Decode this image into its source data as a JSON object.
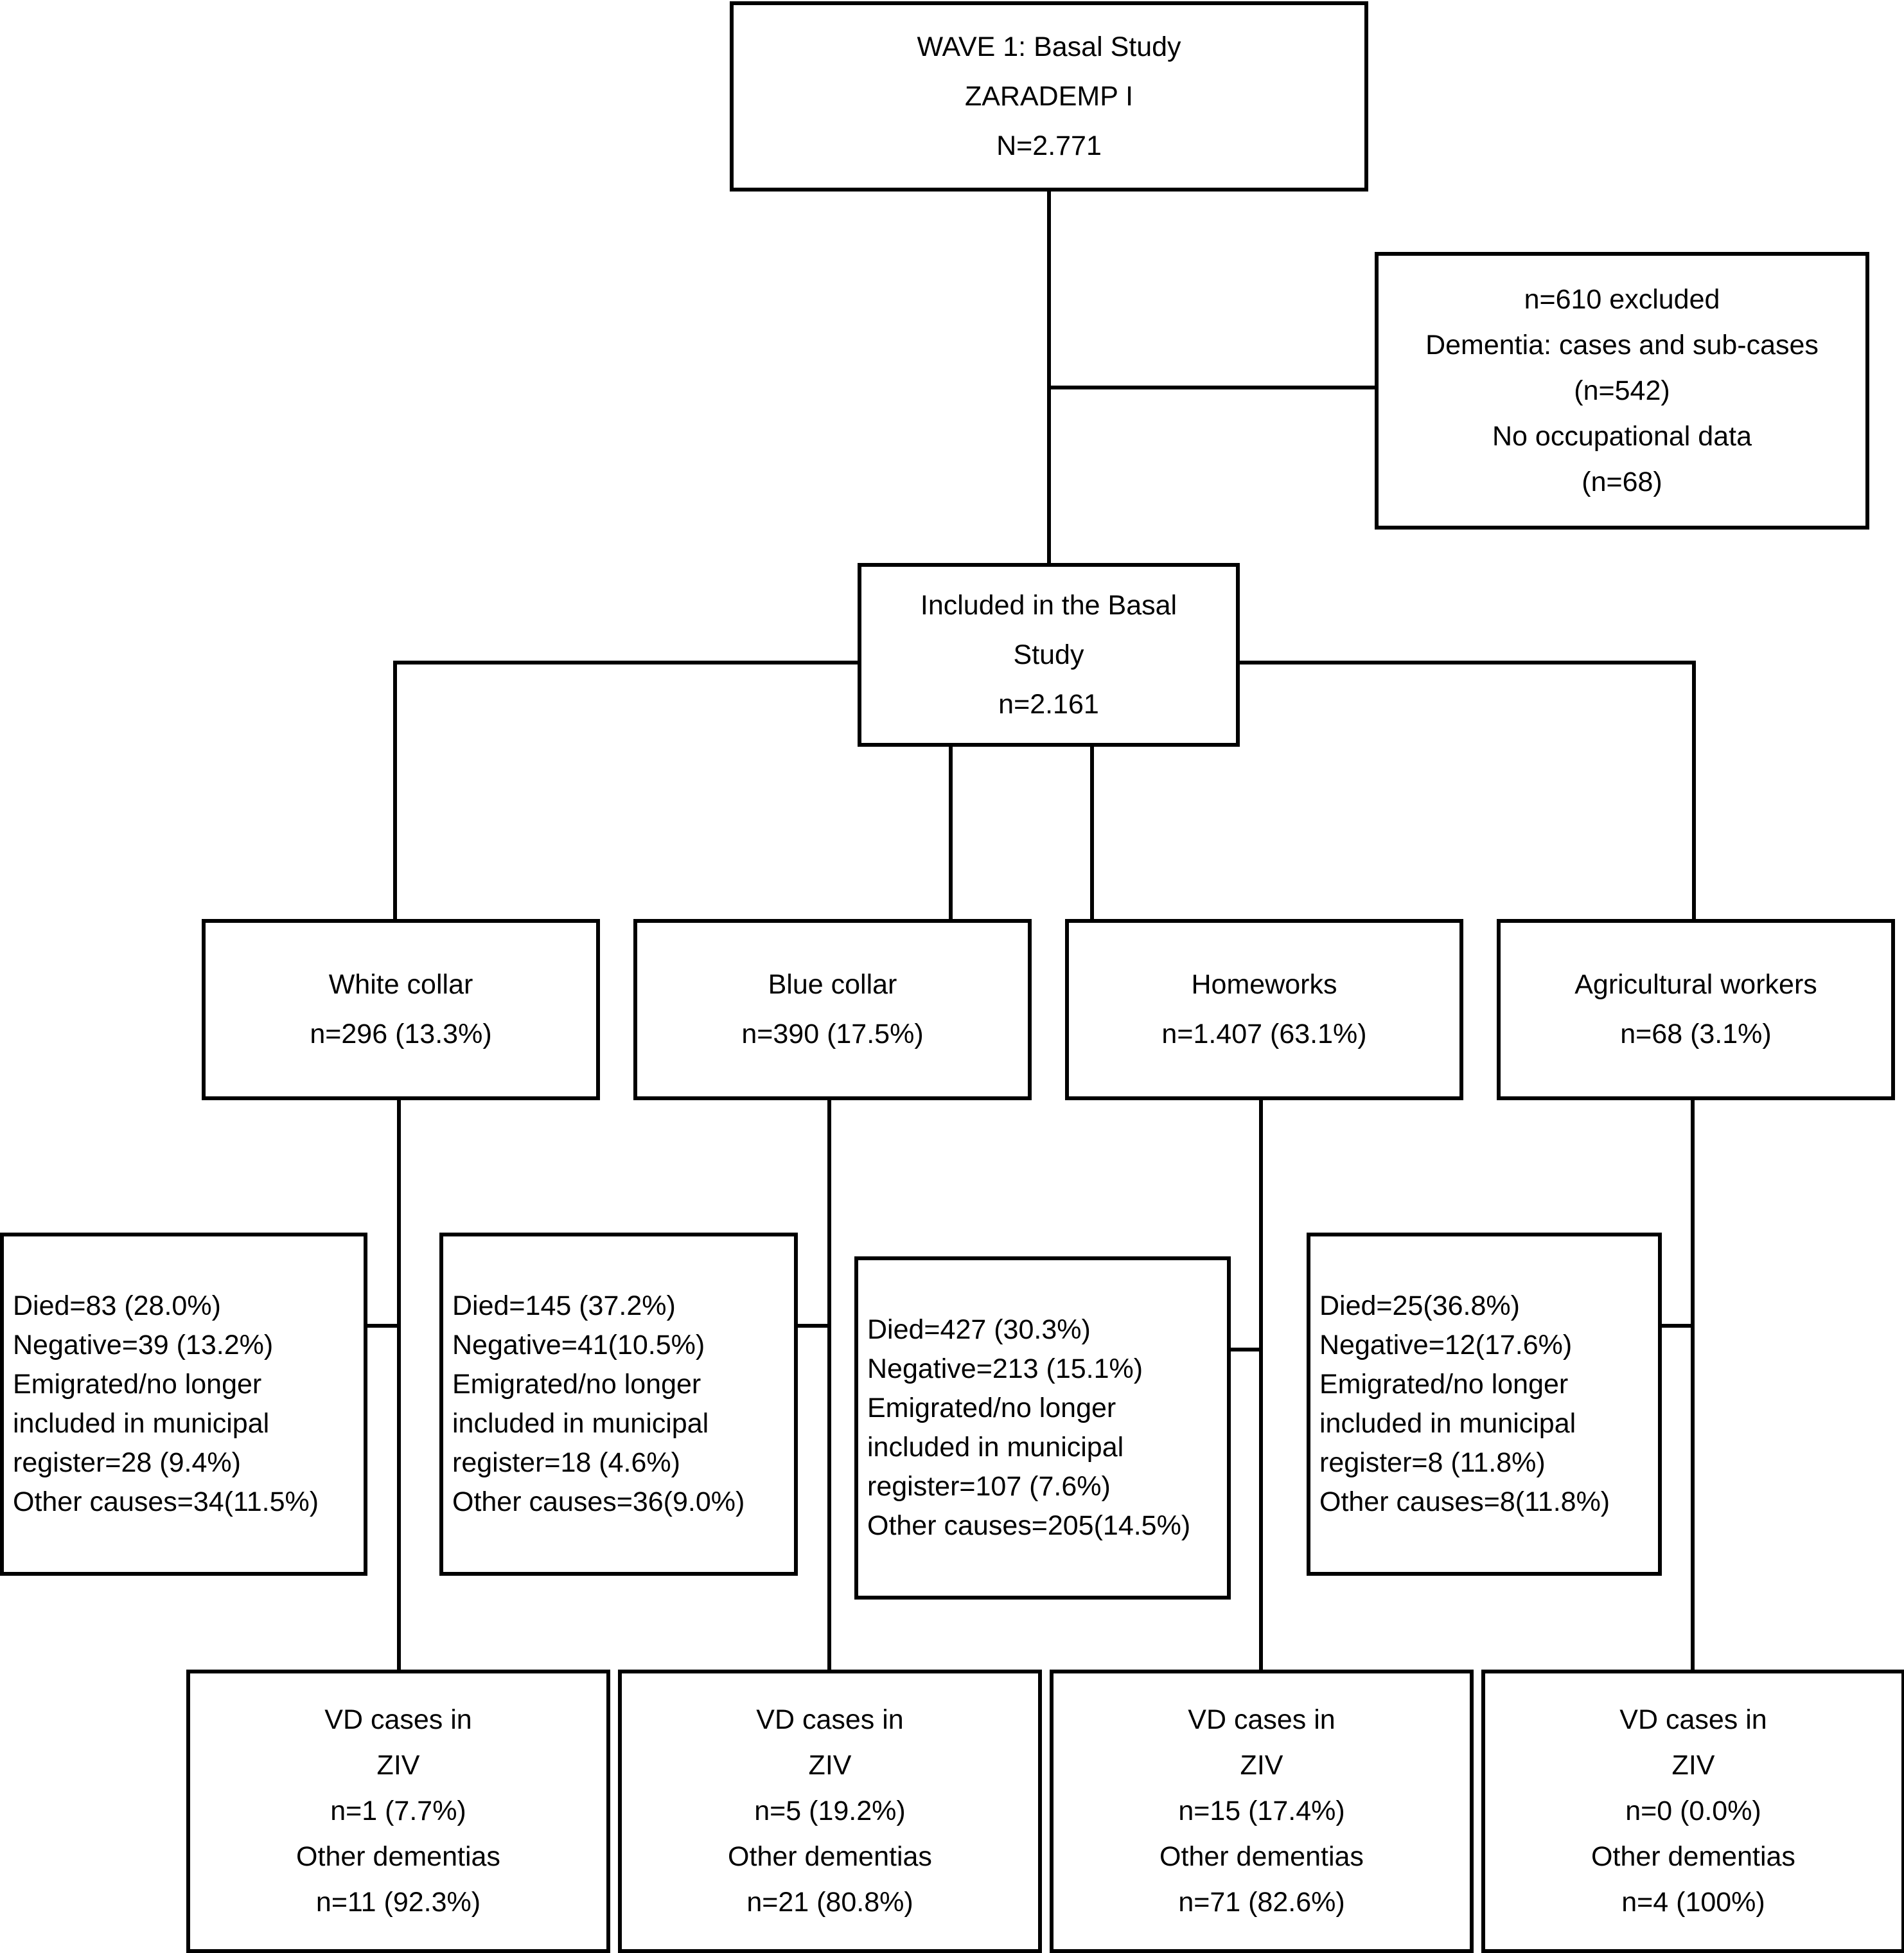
{
  "flowchart": {
    "title_box": {
      "name": "wave1-basal-study",
      "lines": [
        "WAVE 1: Basal Study",
        "ZARADEMP I",
        "N=2.771"
      ]
    },
    "excluded_box": {
      "name": "excluded",
      "lines": [
        "n=610 excluded",
        "Dementia: cases and sub-cases",
        "(n=542)",
        "No occupational data",
        "(n=68)"
      ]
    },
    "included_box": {
      "name": "included-in-basal-study",
      "lines": [
        "Included in the Basal",
        "Study",
        "n=2.161"
      ]
    },
    "groups": [
      {
        "id": "white-collar",
        "label": "White collar",
        "count": "n=296 (13.3%)",
        "attrition": [
          "Died=83 (28.0%)",
          "Negative=39 (13.2%)",
          "Emigrated/no longer",
          "included in municipal",
          "register=28 (9.4%)",
          "Other causes=34(11.5%)"
        ],
        "outcome": [
          "VD cases in",
          "ZIV",
          "n=1 (7.7%)",
          "Other dementias",
          "n=11 (92.3%)"
        ]
      },
      {
        "id": "blue-collar",
        "label": "Blue collar",
        "count": "n=390 (17.5%)",
        "attrition": [
          "Died=145 (37.2%)",
          "Negative=41(10.5%)",
          "Emigrated/no longer",
          "included in municipal",
          "register=18 (4.6%)",
          "Other causes=36(9.0%)"
        ],
        "outcome": [
          "VD cases in",
          "ZIV",
          "n=5 (19.2%)",
          "Other dementias",
          "n=21 (80.8%)"
        ]
      },
      {
        "id": "homeworks",
        "label": "Homeworks",
        "count": "n=1.407 (63.1%)",
        "attrition": [
          "Died=427 (30.3%)",
          "Negative=213 (15.1%)",
          "Emigrated/no longer",
          "included in municipal",
          "register=107 (7.6%)",
          "Other causes=205(14.5%)"
        ],
        "outcome": [
          "VD cases in",
          "ZIV",
          "n=15 (17.4%)",
          "Other dementias",
          "n=71 (82.6%)"
        ]
      },
      {
        "id": "agricultural-workers",
        "label": "Agricultural workers",
        "count": "n=68 (3.1%)",
        "attrition": [
          "Died=25(36.8%)",
          "Negative=12(17.6%)",
          "Emigrated/no longer",
          "included in municipal",
          "register=8 (11.8%)",
          "Other causes=8(11.8%)"
        ],
        "outcome": [
          "VD cases in",
          "ZIV",
          "n=0 (0.0%)",
          "Other dementias",
          "n=4 (100%)"
        ]
      }
    ],
    "colors": {
      "stroke": "#000000",
      "background": "#ffffff",
      "text": "#000000"
    }
  }
}
